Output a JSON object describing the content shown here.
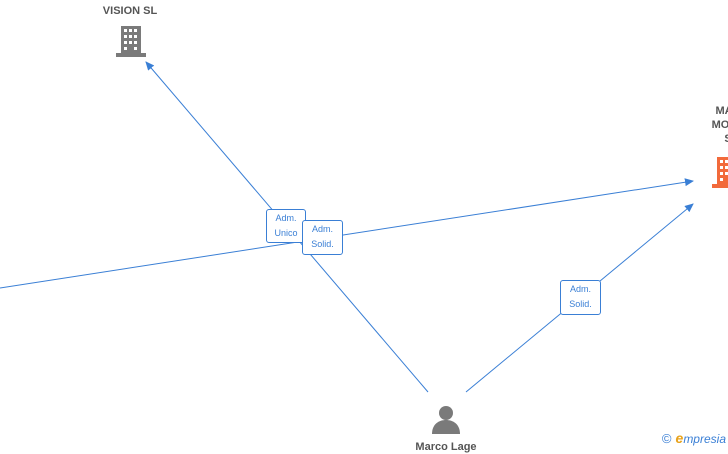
{
  "nodes": {
    "vision": {
      "label": "VISION  SL",
      "type": "company",
      "color": "#7a7a7a"
    },
    "mar": {
      "label_lines": [
        "MAR",
        "MOTO",
        "S"
      ],
      "type": "company",
      "color": "#f26a3b"
    },
    "person": {
      "label": "Marco Lage",
      "type": "person",
      "color": "#7a7a7a"
    }
  },
  "edges": [
    {
      "from": "person",
      "to": "vision",
      "label_lines": [
        "Adm.",
        "Unico"
      ]
    },
    {
      "from": "offscreen-left",
      "to": "mar",
      "label_lines": [
        "Adm.",
        "Solid."
      ]
    },
    {
      "from": "person",
      "to": "mar",
      "label_lines": [
        "Adm.",
        "Solid."
      ]
    }
  ],
  "colors": {
    "edge": "#3a7fd5"
  },
  "brand": {
    "copyright": "©",
    "e_letter": "e",
    "rest": "mpresia"
  }
}
